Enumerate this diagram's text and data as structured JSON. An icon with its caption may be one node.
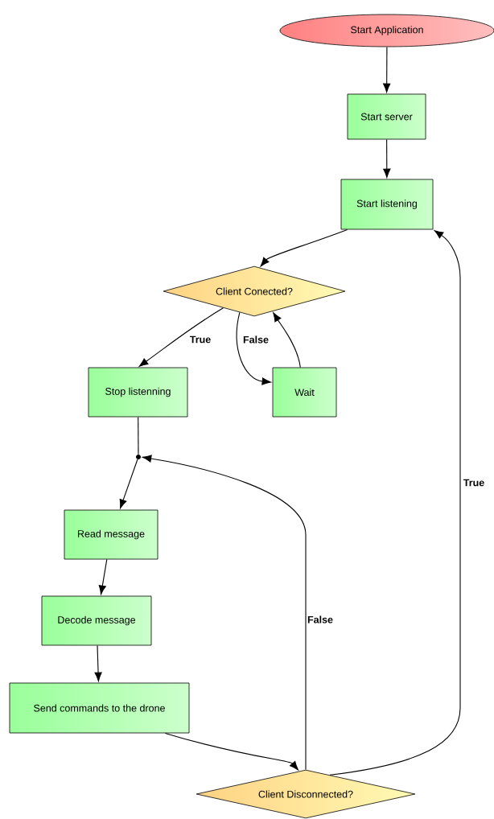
{
  "diagram": {
    "nodes": [
      {
        "text": [
          "Start Application"
        ]
      },
      {
        "text": [
          "Start server"
        ]
      },
      {
        "text": [
          "Start listening"
        ]
      },
      {
        "text": [
          "Client Conected?"
        ]
      },
      {
        "text": [
          "Stop listenning"
        ]
      },
      {
        "text": [
          "Wait"
        ]
      },
      {
        "text": [],
        "shape": "circle"
      },
      {
        "text": [
          "Read message"
        ]
      },
      {
        "text": [
          "Decode message"
        ]
      },
      {
        "text": [
          "Send commands to the drone"
        ]
      },
      {
        "text": [
          "Client Disconnected?"
        ]
      }
    ],
    "edges": [
      {
        "from": 0,
        "to": 1,
        "arrow": "to"
      },
      {
        "from": 1,
        "to": 2,
        "arrow": "to"
      },
      {
        "from": 2,
        "to": 3,
        "arrow": "to"
      },
      {
        "from": 3,
        "to": 4,
        "arrow": "to",
        "label": "True"
      },
      {
        "from": 3,
        "to": 5,
        "arrow": "to",
        "label": "False"
      },
      {
        "from": 5,
        "to": 3,
        "arrow": "to"
      },
      {
        "from": 4,
        "to": 6,
        "arrow": "none"
      },
      {
        "from": 6,
        "to": 7,
        "arrow": "to"
      },
      {
        "from": 7,
        "to": 8,
        "arrow": "to"
      },
      {
        "from": 8,
        "to": 9,
        "arrow": "to"
      },
      {
        "from": 9,
        "to": 10,
        "arrow": "to"
      },
      {
        "from": 10,
        "to": 6,
        "arrow": "to",
        "label": "False"
      },
      {
        "from": 10,
        "to": 2,
        "arrow": "to",
        "label": "True"
      }
    ]
  }
}
